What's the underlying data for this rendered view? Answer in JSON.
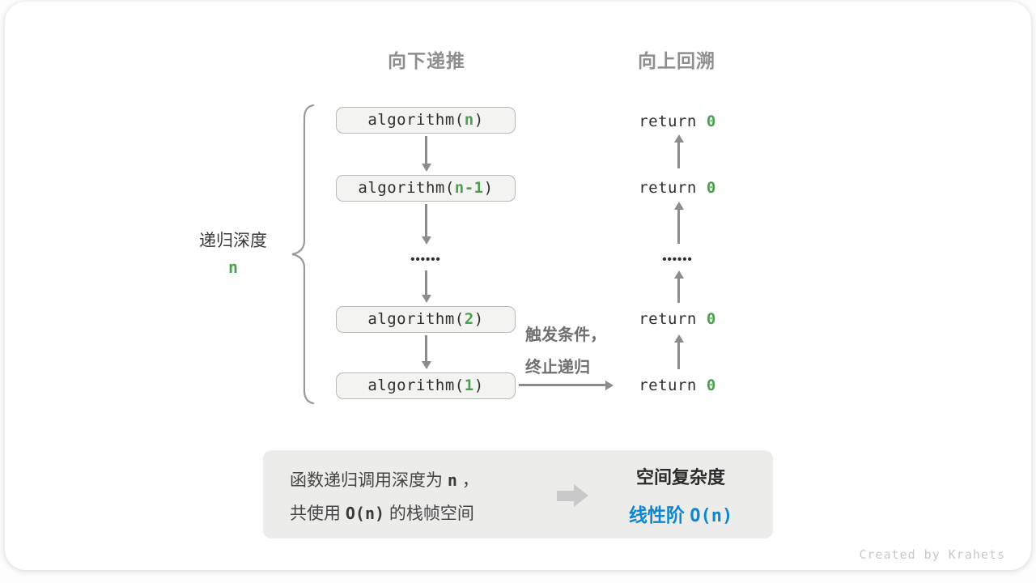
{
  "colors": {
    "green": "#4e9e52",
    "blue": "#0d87d2",
    "arrow_gray": "#8c8c8c",
    "header_gray": "#8e8e8e",
    "box_bg": "#f3f3f1",
    "panel_bg": "#ececea"
  },
  "headers": {
    "downward": "向下递推",
    "upward": "向上回溯"
  },
  "depth": {
    "label": "递归深度",
    "value": "n"
  },
  "calls": {
    "fn_open": "algorithm(",
    "fn_close": ")",
    "boxes": [
      {
        "arg": "n"
      },
      {
        "arg": "n-1"
      },
      {
        "arg": "2"
      },
      {
        "arg": "1"
      }
    ],
    "ellipsis": "••••••"
  },
  "returns": {
    "keyword": "return ",
    "value": "0",
    "ellipsis": "••••••"
  },
  "branch_note": {
    "line1": "触发条件，",
    "line2": "终止递归"
  },
  "summary": {
    "line1": {
      "pre": "函数递归调用深度为 ",
      "var": "n",
      "post": " ，"
    },
    "line2": {
      "pre": "共使用 ",
      "o_open": "O(",
      "var": "n",
      "o_close": ")",
      "post": " 的栈帧空间"
    },
    "result": {
      "title": "空间复杂度",
      "grade": "线性阶 ",
      "big_o": "O(n)"
    }
  },
  "watermark": "Created by Krahets"
}
